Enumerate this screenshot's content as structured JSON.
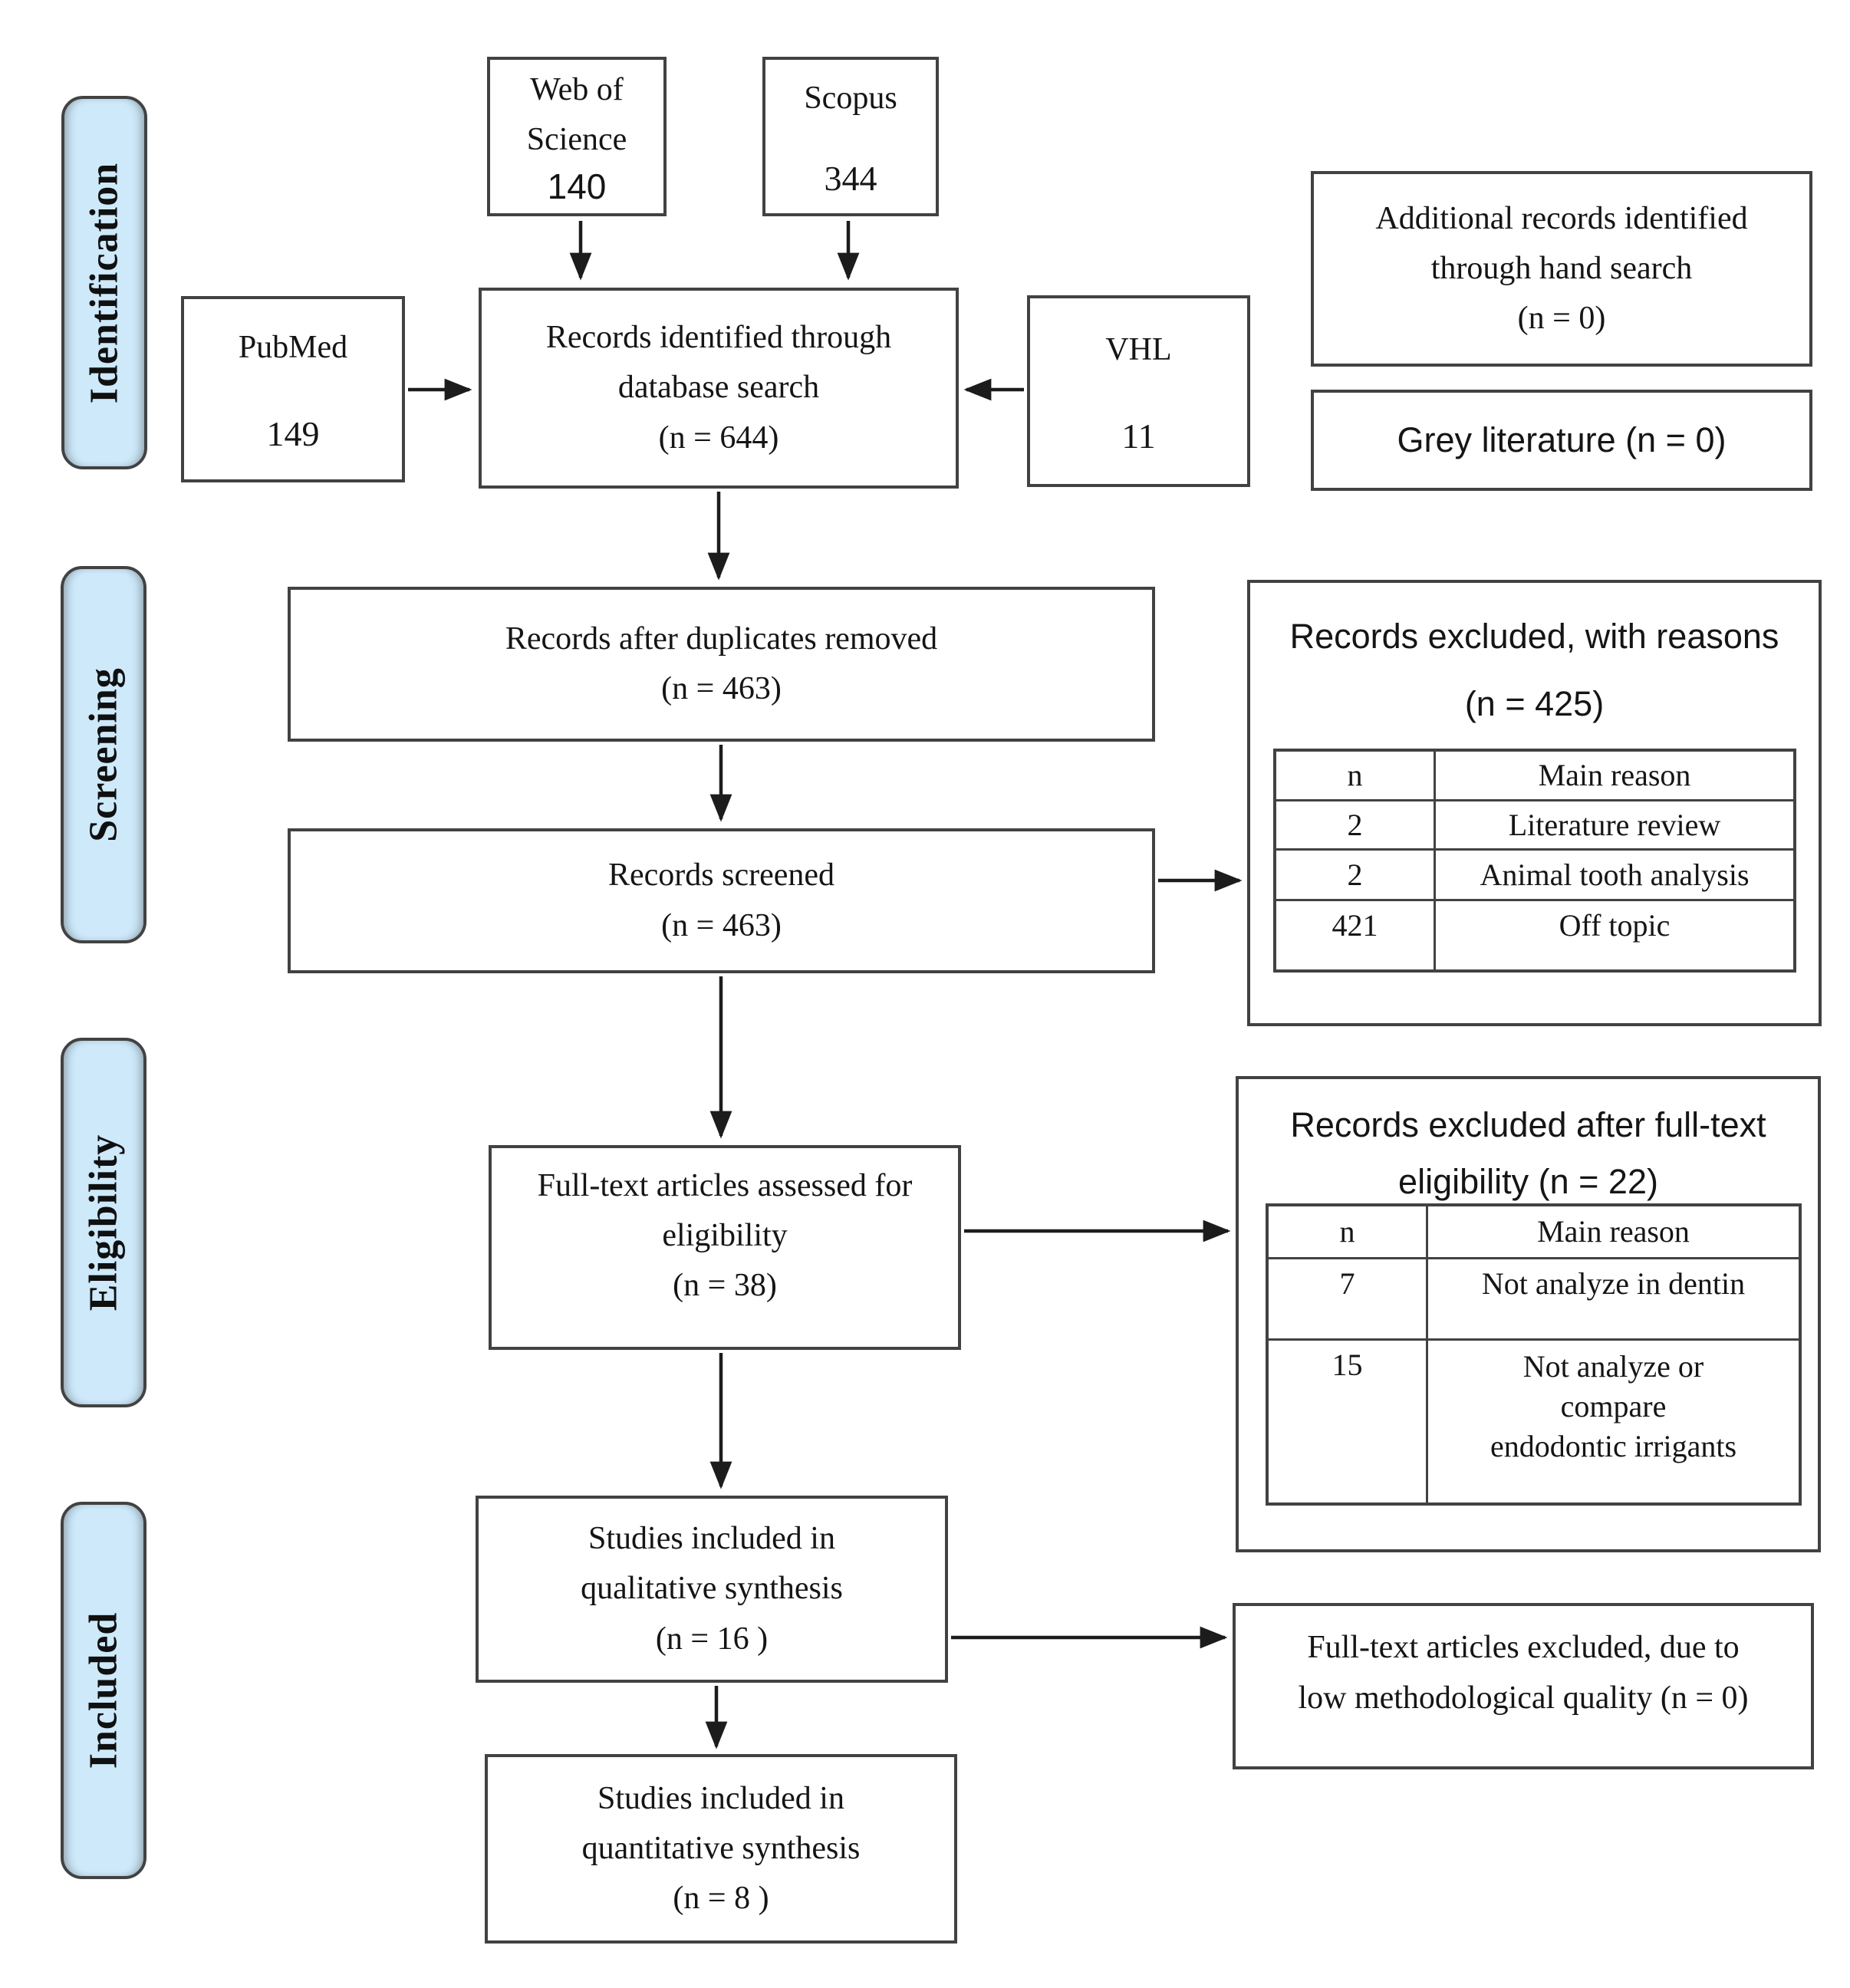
{
  "stages": {
    "identification": "Identification",
    "screening": "Screening",
    "eligibility": "Eligibility",
    "included": "Included"
  },
  "sources": {
    "web_of_science": {
      "line1": "Web of",
      "line2": "Science",
      "count": "140"
    },
    "scopus": {
      "name": "Scopus",
      "count": "344"
    },
    "pubmed": {
      "name": "PubMed",
      "count": "149"
    },
    "vhl": {
      "name": "VHL",
      "count": "11"
    }
  },
  "flow": {
    "records_identified": {
      "line1": "Records identified through",
      "line2": "database search",
      "n": "(n = 644)"
    },
    "duplicates_removed": {
      "line1": "Records after duplicates removed",
      "n": "(n = 463)"
    },
    "records_screened": {
      "line1": "Records screened",
      "n": "(n = 463)"
    },
    "fulltext_assessed": {
      "line1": "Full-text articles assessed for",
      "line2": "eligibility",
      "n": "(n = 38)"
    },
    "qualitative_synthesis": {
      "line1": "Studies included in",
      "line2": "qualitative synthesis",
      "n": "(n = 16 )"
    },
    "quantitative_synthesis": {
      "line1": "Studies included in",
      "line2": "quantitative synthesis",
      "n": "(n = 8 )"
    }
  },
  "side_boxes": {
    "hand_search": {
      "line1": "Additional records identified",
      "line2": "through hand search",
      "n": "(n = 0)"
    },
    "grey_literature": {
      "text": "Grey literature (n = 0)"
    },
    "excluded_screening": {
      "title": "Records excluded, with reasons",
      "n": "(n = 425)",
      "col_n": "n",
      "col_reason": "Main reason",
      "rows": [
        {
          "n": "2",
          "reason": "Literature review"
        },
        {
          "n": "2",
          "reason": "Animal tooth analysis"
        },
        {
          "n": "421",
          "reason": "Off topic"
        }
      ]
    },
    "excluded_fulltext": {
      "title_line1": "Records excluded after full-text",
      "title_line2": "eligibility (n = 22)",
      "col_n": "n",
      "col_reason": "Main reason",
      "rows": [
        {
          "n": "7",
          "reason": "Not analyze in dentin"
        },
        {
          "n": "15",
          "reason": "Not analyze or compare endodontic irrigants"
        }
      ]
    },
    "excluded_quality": {
      "line1": "Full-text articles excluded, due to",
      "line2": "low methodological quality (n = 0)"
    }
  },
  "colors": {
    "stage_fill": "#cde9fa",
    "border": "#424242",
    "text": "#151515"
  }
}
